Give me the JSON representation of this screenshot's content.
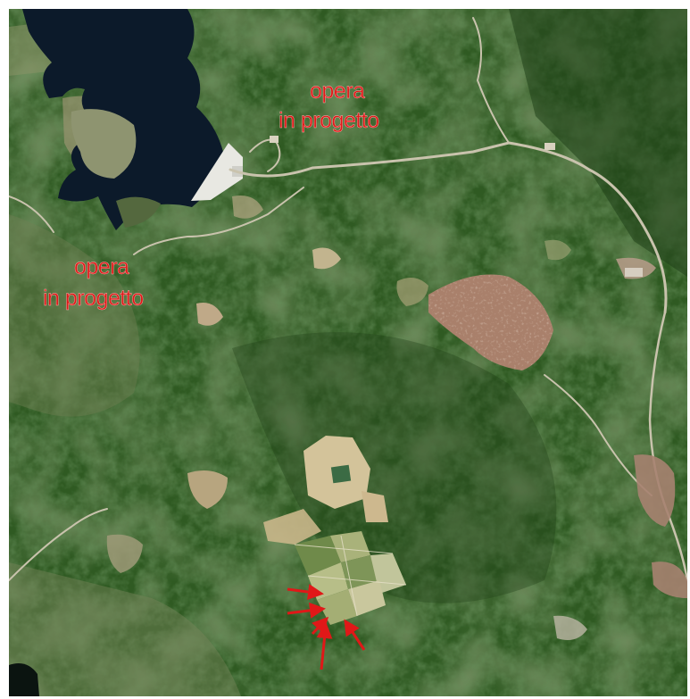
{
  "image_type": "aerial orthophoto",
  "colors": {
    "forest": "#2f5a22",
    "forest_dark": "#1f3f17",
    "lake": "#0c1a2a",
    "dam": "#e8e8e2",
    "road": "#c9c3ad",
    "village": "#a9806b",
    "field": "#c9b78f",
    "label": "#e01818",
    "arrow": "#e01818"
  },
  "labels": {
    "top": {
      "line1": "opera",
      "line2": "in progetto"
    },
    "left": {
      "line1": "opera",
      "line2": "in progetto"
    }
  },
  "arrows": {
    "count": 5
  }
}
